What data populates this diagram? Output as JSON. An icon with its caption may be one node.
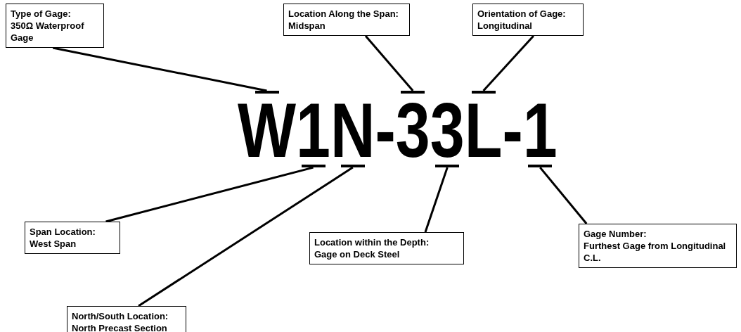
{
  "diagram": {
    "nodes": [
      {
        "text": [
          "Type of Gage:",
          "350Ω Waterproof Gage"
        ]
      },
      {
        "text": [
          "Location Along the Span:",
          "Midspan"
        ]
      },
      {
        "text": [
          "Orientation of Gage:",
          "Longitudinal"
        ]
      },
      {
        "text": [],
        "shape": "bar"
      },
      {
        "text": [],
        "shape": "bar"
      },
      {
        "text": [],
        "shape": "bar"
      },
      {
        "text": [],
        "shape": "bar"
      },
      {
        "text": [],
        "shape": "bar"
      },
      {
        "text": [],
        "shape": "bar"
      },
      {
        "text": [],
        "shape": "bar"
      },
      {
        "text": [
          "Span Location:",
          "West Span"
        ]
      },
      {
        "text": [
          "Location within the Depth:",
          "Gage on Deck Steel"
        ]
      },
      {
        "text": [
          "Gage Number:",
          "Furthest Gage from Longitudinal C.L."
        ]
      },
      {
        "text": [
          "North/South Location:",
          "North Precast Section"
        ]
      }
    ],
    "edges": [
      {
        "from": 0,
        "to": 3,
        "arrow": "none"
      },
      {
        "from": 1,
        "to": 6,
        "arrow": "none"
      },
      {
        "from": 2,
        "to": 8,
        "arrow": "none"
      },
      {
        "from": 10,
        "to": 4,
        "arrow": "none"
      },
      {
        "from": 13,
        "to": 5,
        "arrow": "none"
      },
      {
        "from": 11,
        "to": 7,
        "arrow": "none"
      },
      {
        "from": 12,
        "to": 9,
        "arrow": "none"
      }
    ],
    "labels": [
      "W1N-33L-1"
    ]
  }
}
